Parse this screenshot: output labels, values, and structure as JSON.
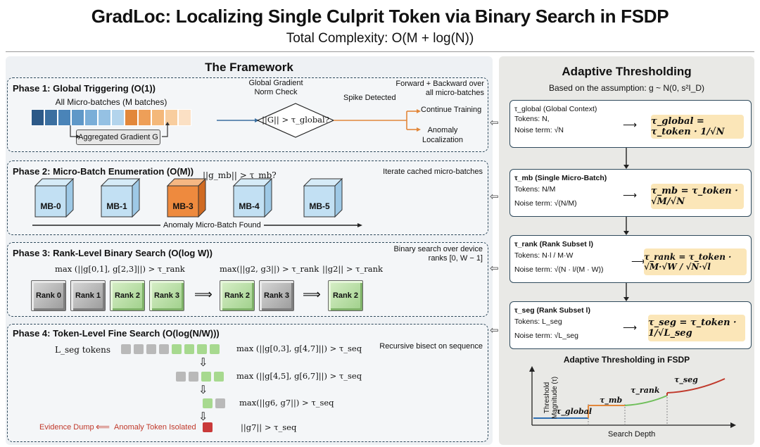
{
  "title": "GradLoc: Localizing Single Culprit Token via Binary Search in FSDP",
  "subtitle": "Total Complexity: O(M + log(N))",
  "left": {
    "heading": "The Framework",
    "phase1": {
      "title": "Phase 1: Global Triggering (O(1))",
      "microbatches_label": "All Micro-batches (M batches)",
      "aggregated_label": "Aggregated Gradient G",
      "norm_check": "Global Gradient Norm Check",
      "diamond": "||G|| > τ_global?",
      "spike": "Spike Detected",
      "forward_backward": "Forward + Backward over all micro-batches",
      "continue": "Continue Training",
      "anomaly": "Anomaly Localization"
    },
    "phase2": {
      "title": "Phase 2: Micro-Batch Enumeration (O(M))",
      "condition": "||g_mb|| > τ_mb?",
      "note": "Iterate cached micro-batches",
      "blocks": [
        "MB-0",
        "MB-1",
        "MB-3",
        "MB-4",
        "MB-5"
      ],
      "found": "Anomaly Micro-Batch Found"
    },
    "phase3": {
      "title": "Phase 3: Rank-Level Binary Search (O(log W))",
      "note": "Binary search over device ranks [0, W − 1]",
      "cond1": "max (||g[0,1], g[2,3]||) > τ_rank",
      "cond2": "max(||g2, g3||) > τ_rank",
      "cond3": "||g2|| > τ_rank",
      "ranks_a": [
        "Rank 0",
        "Rank 1",
        "Rank 2",
        "Rank 3"
      ],
      "ranks_b": [
        "Rank 2",
        "Rank 3"
      ],
      "ranks_c": [
        "Rank 2"
      ]
    },
    "phase4": {
      "title": "Phase 4: Token-Level Fine Search (O(log(N/W)))",
      "tokens_label": "L_seg tokens",
      "note": "Recursive bisect on sequence",
      "cond1": "max (||g[0,3], g[4,7]||) > τ_seq",
      "cond2": "max (||g[4,5], g[6,7]||) > τ_seq",
      "cond3": "max(||g6, g7||) > τ_seq",
      "cond4": "||g7|| > τ_seq",
      "evidence": "Evidence Dump",
      "isolated": "Anomaly Token Isolated"
    }
  },
  "right": {
    "heading": "Adaptive Thresholding",
    "assumption": "Based on the assumption: g ~ N(0, s²I_D)",
    "boxes": [
      {
        "head": "τ_global (Global Context)",
        "tokens": "Tokens: N,",
        "noise": "Noise term: √N",
        "formula": "τ_global = τ_token · 1/√N"
      },
      {
        "head": "τ_mb (Single Micro-Batch)",
        "tokens": "Tokens: N/M",
        "noise": "Noise term: √(N/M)",
        "formula": "τ_mb = τ_token · √M/√N"
      },
      {
        "head": "τ_rank (Rank Subset l)",
        "tokens": "Tokens: N·l / M·W",
        "noise": "Noise term: √(N · l/(M · W))",
        "formula": "τ_rank = τ_token · √M·√W / √N·√l"
      },
      {
        "head": "τ_seg (Rank Subset l)",
        "tokens": "Tokens: L_seg",
        "noise": "Noise term: √L_seg",
        "formula": "τ_seg = τ_token · 1/√L_seg"
      }
    ],
    "chart": {
      "title": "Adaptive Thresholding in FSDP",
      "ylabel": "Threshold Magnitude (τ)",
      "xlabel": "Search Depth",
      "labels": [
        "τ_global",
        "τ_mb",
        "τ_rank",
        "τ_seg"
      ]
    }
  }
}
